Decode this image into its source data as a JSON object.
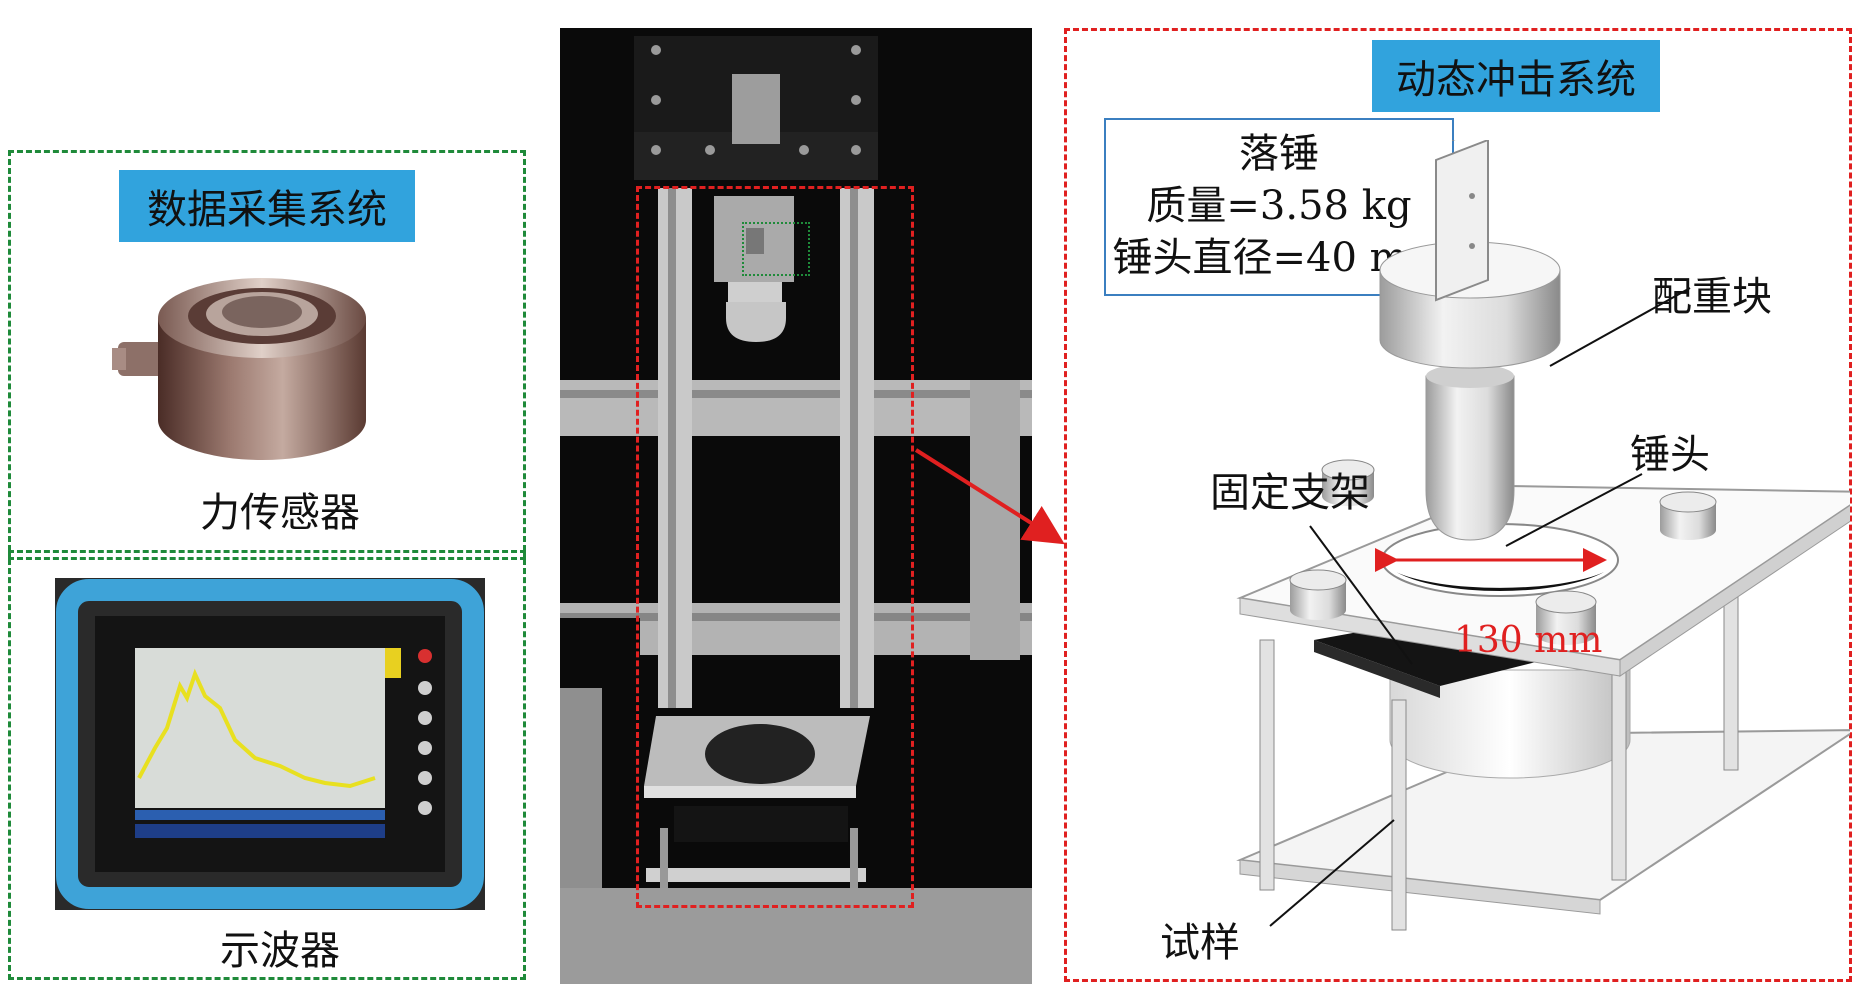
{
  "data_acquisition": {
    "title": "数据采集系统",
    "force_sensor_caption": "力传感器",
    "oscilloscope_caption": "示波器"
  },
  "impact_system": {
    "title": "动态冲击系统",
    "info": {
      "line1": "落锤",
      "line2": "质量=3.58 kg",
      "line3": "锤头直径=40 mm"
    },
    "labels": {
      "counterweight": "配重块",
      "hammer_head": "锤头",
      "fixed_frame": "固定支架",
      "specimen": "试样",
      "hole_diameter": "130 mm"
    }
  },
  "colors": {
    "green_dash": "#1f8a3a",
    "red_dash": "#e02020",
    "tag_blue": "#31a3dd",
    "info_border": "#3b7fc0"
  }
}
